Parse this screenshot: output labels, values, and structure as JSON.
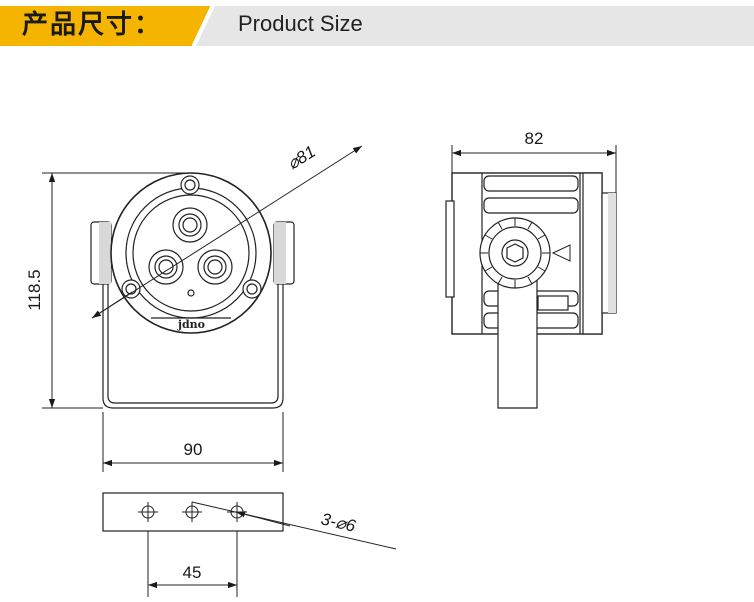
{
  "header": {
    "title_cn": "产品尺寸：",
    "title_en": "Product Size",
    "accent_color": "#f5b400",
    "bar_color": "#e6e6e6"
  },
  "dimensions": {
    "front_diameter": "⌀81",
    "height": "118.5",
    "bracket_width": "90",
    "side_width": "82",
    "holes": "3-⌀6",
    "hole_spacing": "45"
  },
  "brand_mark": "jdno"
}
